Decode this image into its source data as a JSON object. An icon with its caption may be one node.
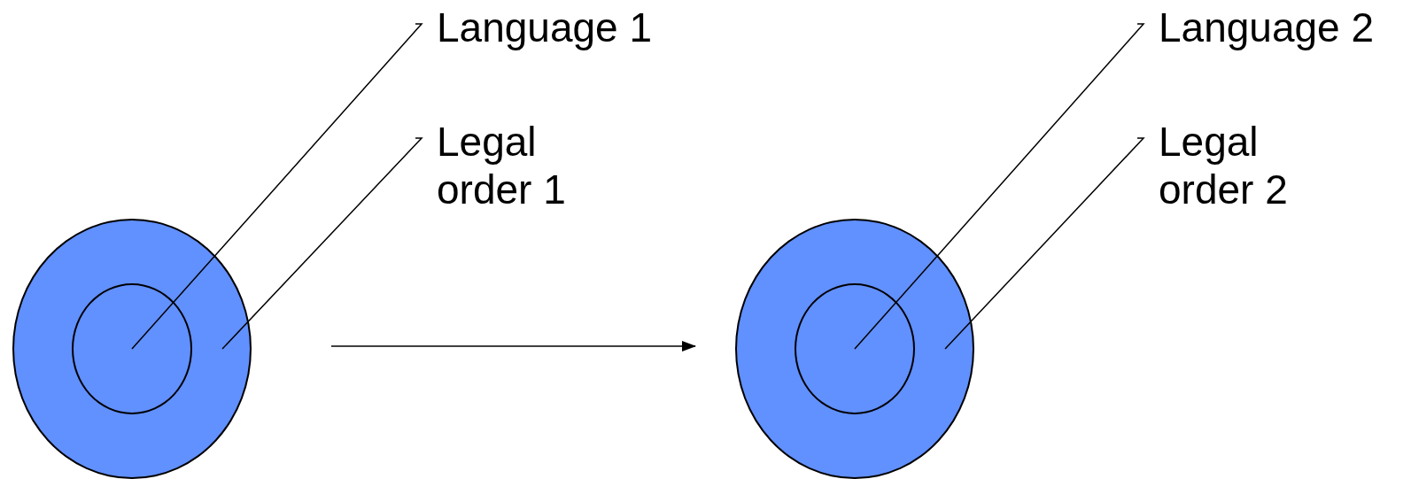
{
  "diagram": {
    "nodes": [
      {
        "text": [],
        "shape": "circle"
      },
      {
        "text": [],
        "shape": "circle",
        "in": 0
      },
      {
        "text": [
          "Language 1"
        ]
      },
      {
        "text": [
          "Legal order 1"
        ]
      },
      {
        "text": [],
        "shape": "circle"
      },
      {
        "text": [],
        "shape": "circle",
        "in": 4
      },
      {
        "text": [
          "Language 2"
        ]
      },
      {
        "text": [
          "Legal order 2"
        ]
      }
    ],
    "edges": [
      {
        "from": 2,
        "to": 1,
        "arrow": "none"
      },
      {
        "from": 3,
        "to": 0,
        "arrow": "none"
      },
      {
        "from": 0,
        "to": 4,
        "arrow": "to"
      },
      {
        "from": 6,
        "to": 5,
        "arrow": "none"
      },
      {
        "from": 7,
        "to": 4,
        "arrow": "none"
      }
    ]
  }
}
